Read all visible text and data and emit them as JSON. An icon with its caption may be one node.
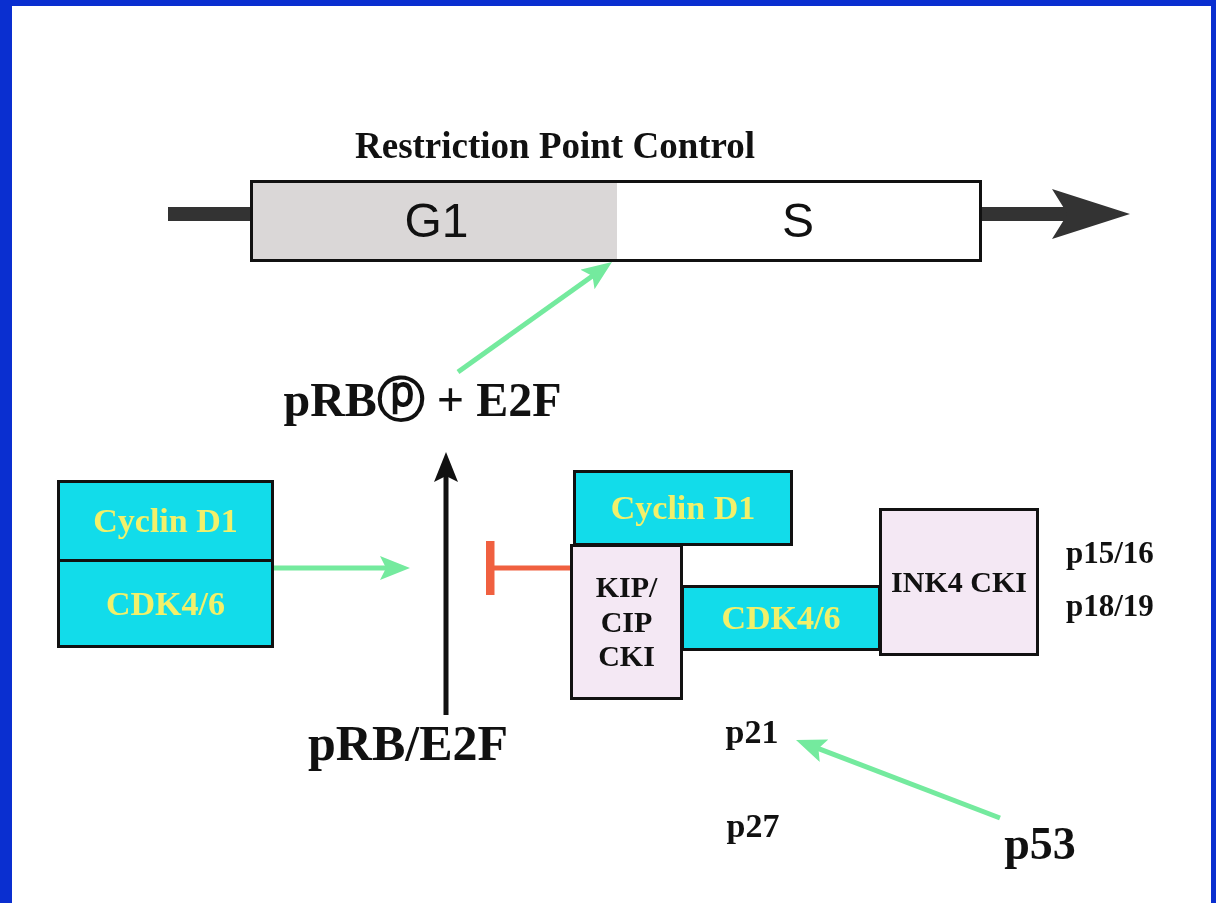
{
  "diagram": {
    "title": "Restriction Point Control",
    "nodes": [
      {
        "text": [
          "G1"
        ]
      },
      {
        "text": [
          "S"
        ]
      },
      {
        "text": [
          "pRBⓟ + E2F"
        ]
      },
      {
        "text": [
          "Cyclin D1"
        ]
      },
      {
        "text": [
          "CDK4/6"
        ]
      },
      {
        "text": [
          "pRB/E2F"
        ]
      },
      {
        "text": [
          "Cyclin D1"
        ]
      },
      {
        "text": [
          "KIP/ CIP CKI"
        ]
      },
      {
        "text": [
          "CDK4/6"
        ]
      },
      {
        "text": [
          "INK4 CKI"
        ],
        "beside": [
          "p15/16",
          "p18/19"
        ]
      },
      {
        "text": [
          "p21"
        ]
      },
      {
        "text": [
          "p27"
        ]
      },
      {
        "text": [
          "p53"
        ]
      }
    ],
    "edges": [
      {
        "from": null,
        "to": 0,
        "arrow": "none",
        "style": "thick",
        "color": "#333333"
      },
      {
        "from": 1,
        "to": null,
        "arrow": "to",
        "style": "thick",
        "color": "#333333"
      },
      {
        "from": 2,
        "to": 0,
        "arrow": "to"
      },
      {
        "from": 5,
        "to": 2,
        "arrow": "to",
        "color": "#111111"
      },
      {
        "from": 4,
        "to": null,
        "arrow": "to"
      },
      {
        "from": 7,
        "to": null,
        "arrow": "other",
        "color": "#f06040"
      },
      {
        "from": 12,
        "to": 10,
        "arrow": "to"
      }
    ]
  }
}
